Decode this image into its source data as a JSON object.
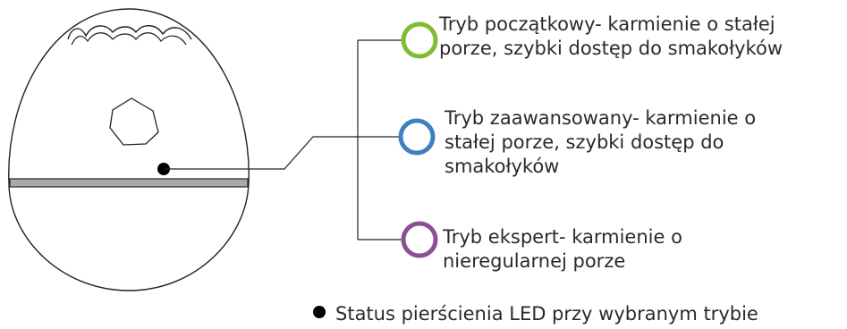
{
  "modes": [
    {
      "id": "poczatkowy",
      "color": "#7dbd35",
      "lines": [
        "Tryb początkowy- karmienie o stałej",
        "porze, szybki dostęp do smakołyków"
      ]
    },
    {
      "id": "zaawansowany",
      "color": "#3f7fc1",
      "lines": [
        "Tryb zaawansowany- karmienie o",
        "stałej porze, szybki dostęp do",
        "smakołyków"
      ]
    },
    {
      "id": "ekspert",
      "color": "#8b4f96",
      "lines": [
        "Tryb ekspert- karmienie o",
        "nieregularnej porze"
      ]
    }
  ],
  "legend": {
    "text": "Status pierścienia LED przy wybranym trybie"
  },
  "device": {
    "ring_color": "#a9a9a9",
    "outline_color": "#222222"
  }
}
